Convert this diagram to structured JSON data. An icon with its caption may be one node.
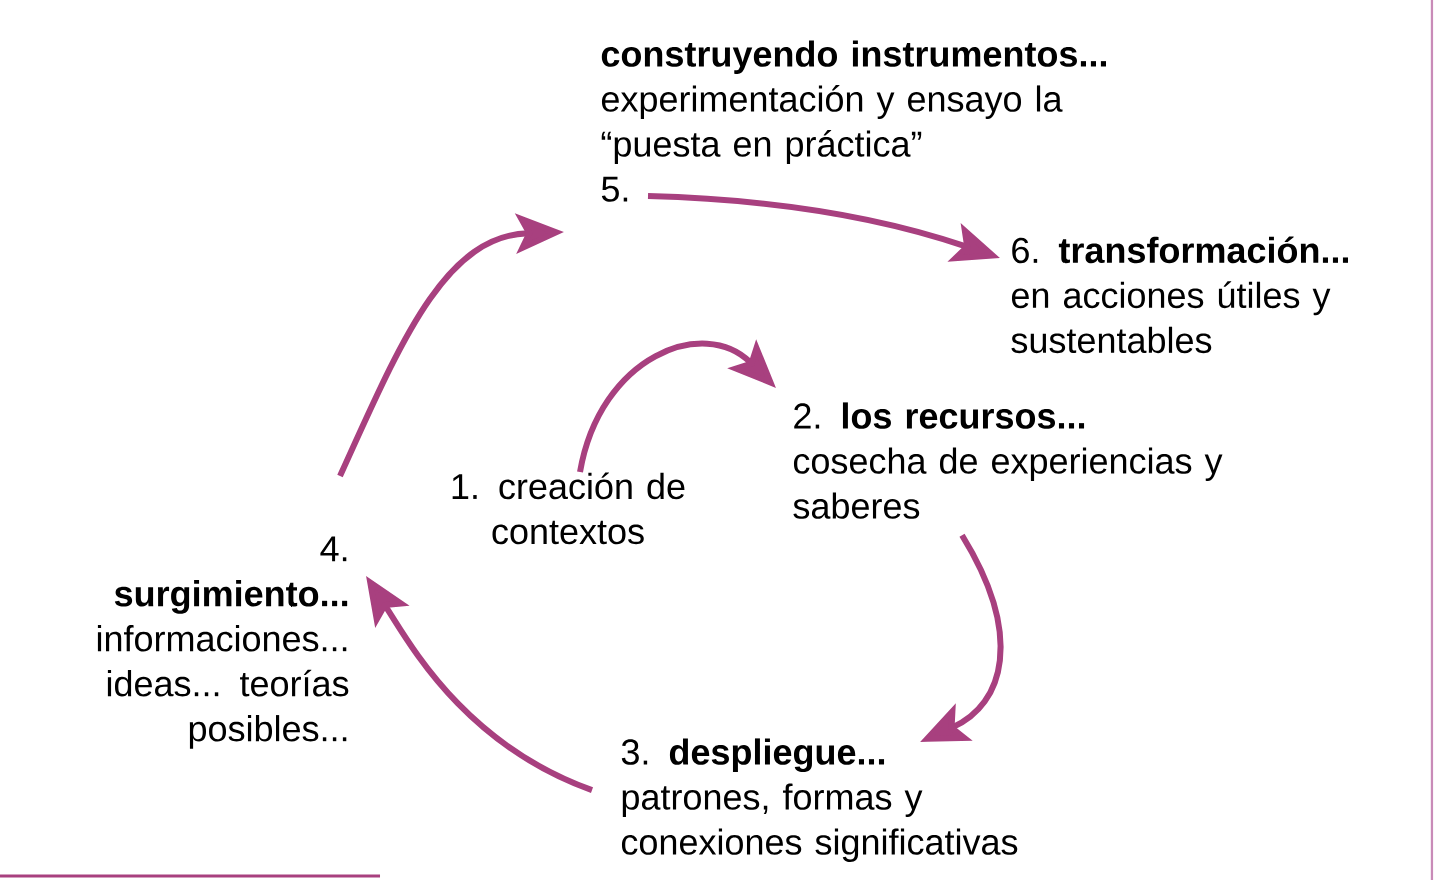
{
  "diagram": {
    "nodes": [
      {
        "text": [
          "1. creación de contextos"
        ]
      },
      {
        "text": [
          "2. **los recursos...**",
          "cosecha de experiencias y saberes"
        ]
      },
      {
        "text": [
          "3. **despliegue...**",
          "patrones, formas y conexiones significativas"
        ]
      },
      {
        "text": [
          "4.",
          "surgimiento...",
          "informaciones... ideas... teorías posibles..."
        ]
      },
      {
        "text": [
          "construyendo instrumentos...",
          "experimentación y ensayo la “puesta en práctica”",
          "5."
        ]
      },
      {
        "text": [
          "6. **transformación...**",
          "en acciones útiles y sustentables"
        ]
      }
    ],
    "edges": [
      {
        "from": 0,
        "to": 1,
        "arrow": "to"
      },
      {
        "from": 1,
        "to": 2,
        "arrow": "to"
      },
      {
        "from": 2,
        "to": 3,
        "arrow": "to"
      },
      {
        "from": 3,
        "to": 4,
        "arrow": "to"
      },
      {
        "from": 4,
        "to": 5,
        "arrow": "to"
      }
    ]
  }
}
